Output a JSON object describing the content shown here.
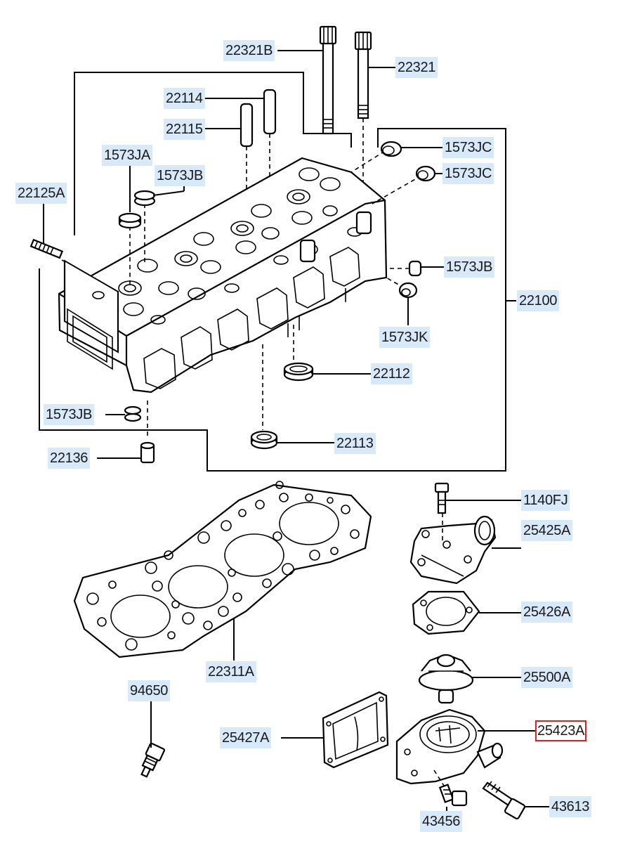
{
  "diagram": {
    "labels": [
      {
        "id": "22321B",
        "text": "22321B",
        "highlight": false
      },
      {
        "id": "22321",
        "text": "22321",
        "highlight": false
      },
      {
        "id": "22114",
        "text": "22114",
        "highlight": false
      },
      {
        "id": "22115",
        "text": "22115",
        "highlight": false
      },
      {
        "id": "1573JA",
        "text": "1573JA",
        "highlight": false
      },
      {
        "id": "1573JB-top",
        "text": "1573JB",
        "highlight": false
      },
      {
        "id": "22125A",
        "text": "22125A",
        "highlight": false
      },
      {
        "id": "1573JC-1",
        "text": "1573JC",
        "highlight": false
      },
      {
        "id": "1573JC-2",
        "text": "1573JC",
        "highlight": false
      },
      {
        "id": "1573JB-right",
        "text": "1573JB",
        "highlight": false
      },
      {
        "id": "22100",
        "text": "22100",
        "highlight": false
      },
      {
        "id": "1573JK",
        "text": "1573JK",
        "highlight": false
      },
      {
        "id": "22112",
        "text": "22112",
        "highlight": false
      },
      {
        "id": "1573JB-left",
        "text": "1573JB",
        "highlight": false
      },
      {
        "id": "22113",
        "text": "22113",
        "highlight": false
      },
      {
        "id": "22136",
        "text": "22136",
        "highlight": false
      },
      {
        "id": "1140FJ",
        "text": "1140FJ",
        "highlight": false
      },
      {
        "id": "25425A",
        "text": "25425A",
        "highlight": false
      },
      {
        "id": "25426A",
        "text": "25426A",
        "highlight": false
      },
      {
        "id": "22311A",
        "text": "22311A",
        "highlight": false
      },
      {
        "id": "25500A",
        "text": "25500A",
        "highlight": false
      },
      {
        "id": "94650",
        "text": "94650",
        "highlight": false
      },
      {
        "id": "25427A",
        "text": "25427A",
        "highlight": false
      },
      {
        "id": "25423A",
        "text": "25423A",
        "highlight": true
      },
      {
        "id": "43613",
        "text": "43613",
        "highlight": false
      },
      {
        "id": "43456",
        "text": "43456",
        "highlight": false
      }
    ],
    "colors": {
      "label_bg": "#d8e9fa",
      "highlight_border": "#e02020",
      "line": "#000000"
    }
  }
}
